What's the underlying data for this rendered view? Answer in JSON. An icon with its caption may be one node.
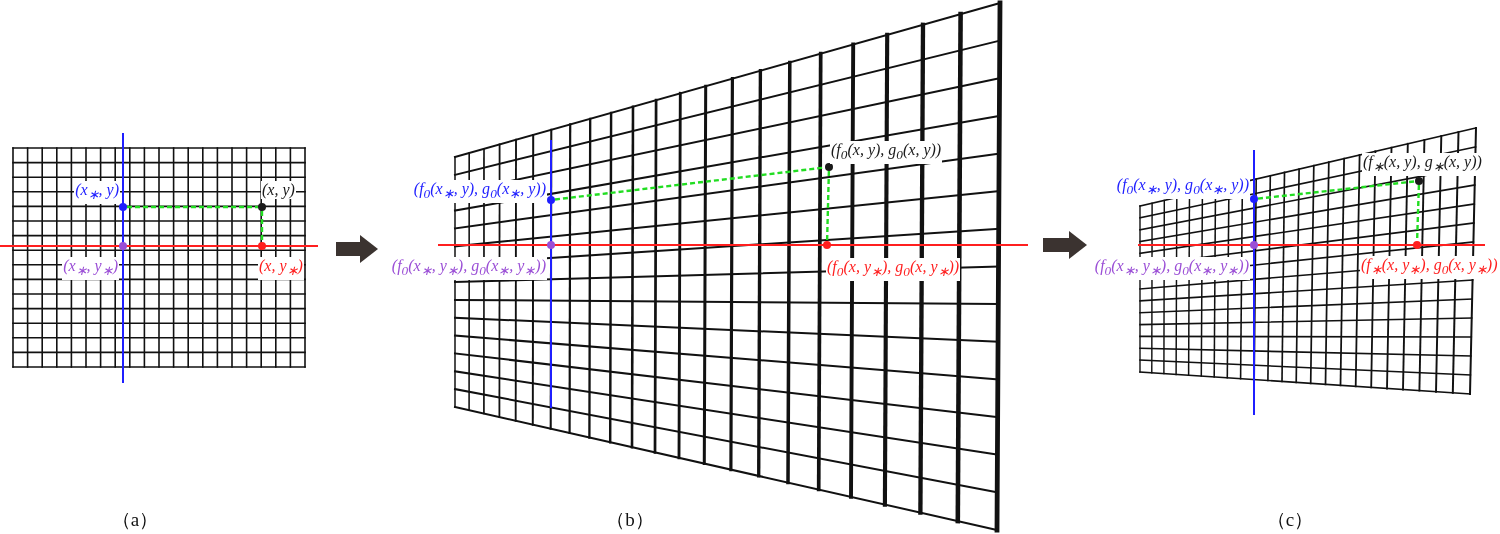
{
  "diagram": {
    "nodes": [
      {
        "text": [
          "（a）"
        ]
      },
      {
        "text": [
          "(x$_{∗}$, y)"
        ],
        "in": 0
      },
      {
        "text": [
          "(x, y)"
        ],
        "in": 0
      },
      {
        "text": [
          "(x$_{∗}$, y$_{∗}$)"
        ],
        "in": 0
      },
      {
        "text": [
          "(x, y$_{∗}$)"
        ],
        "in": 0
      },
      {
        "text": [
          "（b）"
        ]
      },
      {
        "text": [
          "(f$_{0}$(x$_{∗}$, y), g$_{0}$(x$_{∗}$, y))"
        ],
        "in": 5
      },
      {
        "text": [
          "(f$_{0}$(x, y), g$_{0}$(x, y))"
        ],
        "in": 5
      },
      {
        "text": [
          "(f$_{0}$(x$_{∗}$, y$_{∗}$), g$_{0}$(x$_{∗}$, y$_{∗}$))"
        ],
        "in": 5
      },
      {
        "text": [
          "(f$_{0}$(x, y$_{∗}$), g$_{0}$(x, y$_{∗}$))"
        ],
        "in": 5
      },
      {
        "text": [
          "（c）"
        ]
      },
      {
        "text": [
          "(f$_{0}$(x$_{∗}$, y), g$_{0}$(x$_{∗}$, y))"
        ],
        "in": 10
      },
      {
        "text": [
          "(f$_{∗}$(x, y), g$_{∗}$(x, y))"
        ],
        "in": 10
      },
      {
        "text": [
          "(f$_{0}$(x$_{∗}$, y$_{∗}$), g$_{0}$(x$_{∗}$, y$_{∗}$))"
        ],
        "in": 10
      },
      {
        "text": [
          "(f$_{∗}$(x, y$_{∗}$), g$_{0}$(x, y$_{∗}$))"
        ],
        "in": 10
      }
    ],
    "edges": [
      {
        "from": 0,
        "to": 5,
        "arrow": "to",
        "style": "thick",
        "color": "#3b3330"
      },
      {
        "from": 5,
        "to": 10,
        "arrow": "to",
        "style": "thick",
        "color": "#3b3330"
      },
      {
        "from": 1,
        "to": 2,
        "arrow": "none",
        "style": "dashed"
      },
      {
        "from": 2,
        "to": 4,
        "arrow": "none",
        "style": "dashed"
      },
      {
        "from": 6,
        "to": 7,
        "arrow": "none",
        "style": "dashed"
      },
      {
        "from": 7,
        "to": 9,
        "arrow": "none",
        "style": "dashed"
      },
      {
        "from": 11,
        "to": 12,
        "arrow": "none",
        "style": "dashed"
      },
      {
        "from": 12,
        "to": 14,
        "arrow": "none",
        "style": "dashed"
      }
    ]
  }
}
